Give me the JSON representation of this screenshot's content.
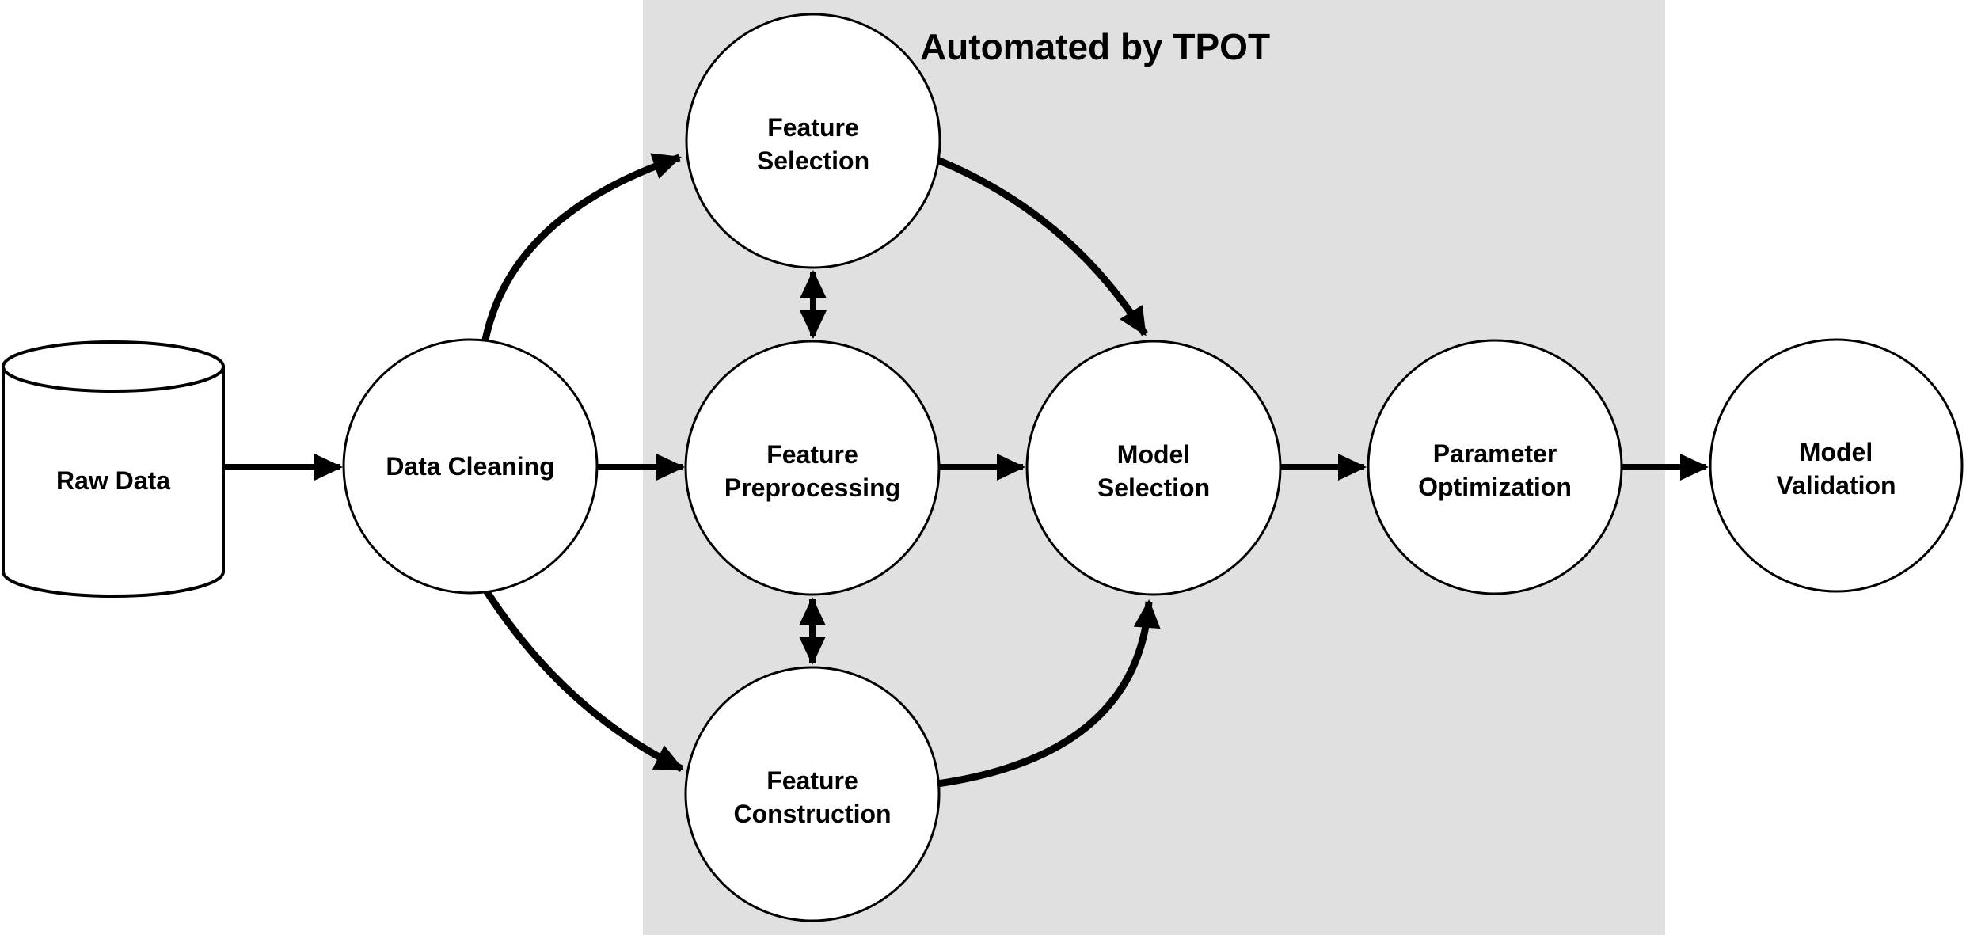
{
  "diagram": {
    "title": "Automated by TPOT",
    "colors": {
      "page_background": "#ffffff",
      "automated_region_fill": "#e0e0e0",
      "node_fill": "#ffffff",
      "line_color": "#000000",
      "text_color": "#000000"
    },
    "nodes": {
      "raw_data": {
        "label": "Raw Data",
        "shape": "cylinder",
        "automated": false
      },
      "data_cleaning": {
        "label": "Data Cleaning",
        "shape": "circle",
        "automated": false
      },
      "feature_selection": {
        "label_line1": "Feature",
        "label_line2": "Selection",
        "shape": "circle",
        "automated": true
      },
      "feature_preprocessing": {
        "label_line1": "Feature",
        "label_line2": "Preprocessing",
        "shape": "circle",
        "automated": true
      },
      "feature_construction": {
        "label_line1": "Feature",
        "label_line2": "Construction",
        "shape": "circle",
        "automated": true
      },
      "model_selection": {
        "label_line1": "Model",
        "label_line2": "Selection",
        "shape": "circle",
        "automated": true
      },
      "parameter_optimization": {
        "label_line1": "Parameter",
        "label_line2": "Optimization",
        "shape": "circle",
        "automated": true
      },
      "model_validation": {
        "label_line1": "Model",
        "label_line2": "Validation",
        "shape": "circle",
        "automated": false
      }
    },
    "edges": [
      {
        "from": "raw_data",
        "to": "data_cleaning",
        "type": "arrow"
      },
      {
        "from": "data_cleaning",
        "to": "feature_selection",
        "type": "arrow"
      },
      {
        "from": "data_cleaning",
        "to": "feature_preprocessing",
        "type": "arrow"
      },
      {
        "from": "data_cleaning",
        "to": "feature_construction",
        "type": "arrow"
      },
      {
        "from": "feature_selection",
        "to": "feature_preprocessing",
        "type": "double-arrow"
      },
      {
        "from": "feature_preprocessing",
        "to": "feature_construction",
        "type": "double-arrow"
      },
      {
        "from": "feature_selection",
        "to": "model_selection",
        "type": "arrow"
      },
      {
        "from": "feature_preprocessing",
        "to": "model_selection",
        "type": "arrow"
      },
      {
        "from": "feature_construction",
        "to": "model_selection",
        "type": "arrow"
      },
      {
        "from": "model_selection",
        "to": "parameter_optimization",
        "type": "arrow"
      },
      {
        "from": "parameter_optimization",
        "to": "model_validation",
        "type": "arrow"
      }
    ]
  }
}
